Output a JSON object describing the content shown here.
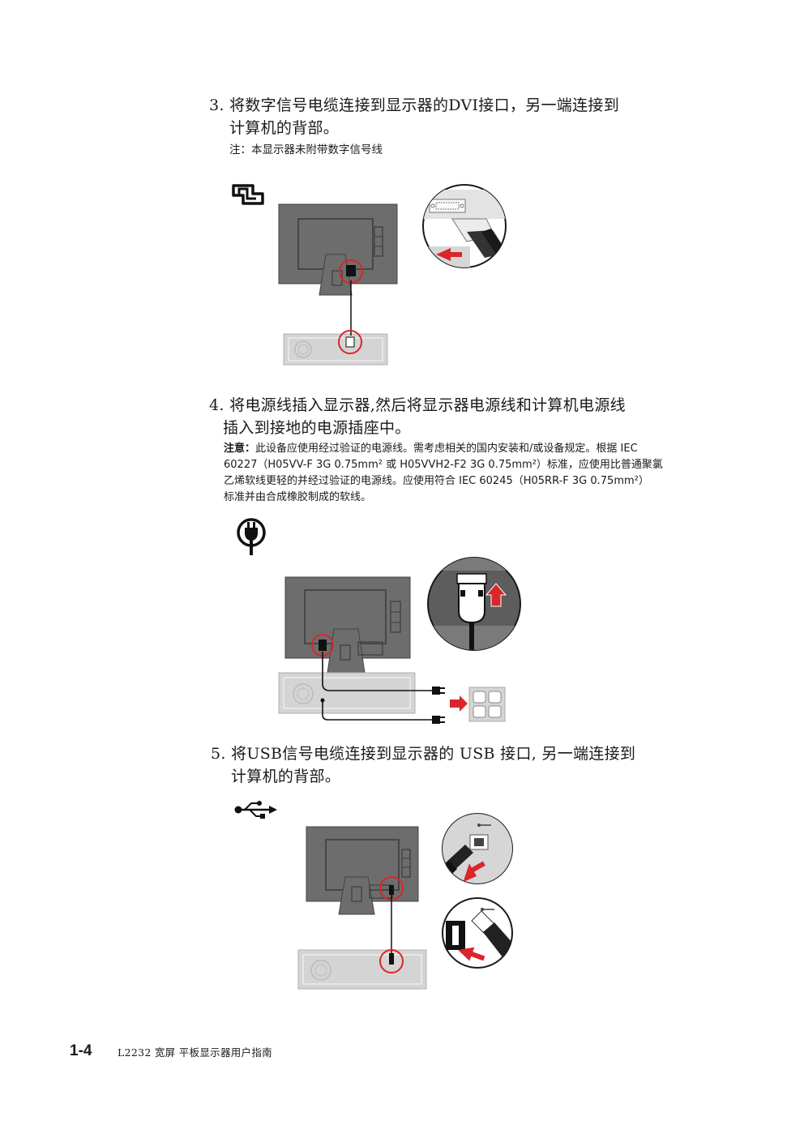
{
  "step3": {
    "number": "3.",
    "line1": "将数字信号电缆连接到显示器的DVI接口，另一端连接到",
    "line2": "计算机的背部。",
    "note": "注：本显示器未附带数字信号线",
    "icon": "dvi-connector-icon"
  },
  "step4": {
    "number": "4.",
    "line1": "将电源线插入显示器,然后将显示器电源线和计算机电源线",
    "line2": "插入到接地的电源插座中。",
    "note_label": "注意：",
    "note_line1": "此设备应使用经过验证的电源线。需考虑相关的国内安装和/或设备规定。根据 IEC",
    "note_line2": "60227（H05VV-F 3G 0.75mm²  或  H05VVH2-F2 3G 0.75mm²）标准，应使用比普通聚氯",
    "note_line3": "乙烯软线更轻的并经过验证的电源线。应使用符合 IEC 60245（H05RR-F 3G 0.75mm²）",
    "note_line4": "标准并由合成橡胶制成的软线。",
    "icon": "power-plug-icon"
  },
  "step5": {
    "number": "5.",
    "line1": "将USB信号电缆连接到显示器的 USB 接口, 另一端连接到",
    "line2": "计算机的背部。",
    "icon": "usb-icon"
  },
  "footer": {
    "page_number": "1-4",
    "title": "L2232 宽屏 平板显示器用户指南"
  },
  "colors": {
    "monitor_gray": "#6d6d6d",
    "pc_gray": "#d4d4d4",
    "highlight_red": "#d9262b"
  }
}
